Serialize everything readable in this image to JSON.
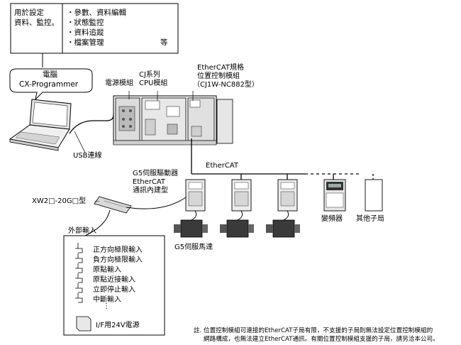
{
  "purpose_box": {
    "title_line1": "用於設定",
    "title_line2": "資料、監控。",
    "items": [
      "・參數、資料編輯",
      "・狀態監控",
      "・資料追蹤",
      "・檔案管理"
    ],
    "etc": "等"
  },
  "pc_callout": {
    "line1": "電腦",
    "line2": "CX-Programmer"
  },
  "usb_label": "USB連線",
  "plc_labels": {
    "power_module": "電源模組",
    "cpu_line1": "CJ系列",
    "cpu_line2": "CPU模組",
    "pcu_line1": "EtherCAT規格",
    "pcu_line2": "位置控制模組",
    "pcu_line3": "（CJ1W-NC882型）"
  },
  "network": {
    "ethercat_label": "EtherCAT",
    "driver_line1": "G5伺服驅動器",
    "driver_line2": "EtherCAT",
    "driver_line3": "通訊內建型"
  },
  "terminal_block_label": "XW2□-20G□型",
  "external_input_label": "外部輸入",
  "external_inputs": [
    "正方向極限輸入",
    "負方向極限輸入",
    "原點輸入",
    "原點近接輸入",
    "立即停止輸入",
    "中斷輸入"
  ],
  "ellipsis": "⋮",
  "power_supply_label": "I/F用24V電源",
  "motor_label": "G5伺服馬達",
  "inverter_label": "變頻器",
  "other_slave_label": "其他子局",
  "note_line1": "註. 位置控制模組可連接的EtherCAT子局有限，不支援的子局則無法設定位置控制模組的",
  "note_line2": "網路構成，也無法建立EtherCAT通訊。有關位置控制模組支援的子局，請另洽本公司。"
}
